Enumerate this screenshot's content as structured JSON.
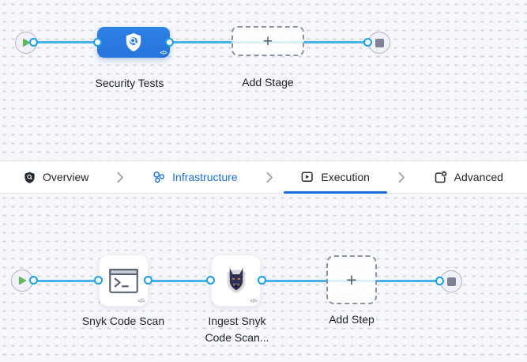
{
  "colors": {
    "canvas_bg": "#f5f7fb",
    "dot_grid": "#d3d7e1",
    "edge_blue": "#49b2ec",
    "port_blue": "#18a0e8",
    "stage_blue": "#2b7ce2",
    "tab_active_underline": "#1b6ce0",
    "infrastructure_blue": "#1a6fd8",
    "play_green": "#5eb75a",
    "end_square_gray": "#7d8298"
  },
  "top_pipeline": {
    "stage": {
      "label": "Security Tests",
      "icon": "security-shield-scan-icon",
      "code_badge": "</>"
    },
    "add_stage": {
      "label": "Add Stage",
      "plus": "+"
    }
  },
  "tabs": {
    "items": [
      {
        "label": "Overview",
        "icon": "shield-icon",
        "active": false
      },
      {
        "label": "Infrastructure",
        "icon": "infrastructure-icon",
        "active": false
      },
      {
        "label": "Execution",
        "icon": "execution-play-icon",
        "active": true
      },
      {
        "label": "Advanced",
        "icon": "advanced-gear-icon",
        "active": false
      }
    ]
  },
  "execution_pipeline": {
    "steps": [
      {
        "label": "Snyk Code Scan",
        "icon": "terminal-icon",
        "code_badge": "</>"
      },
      {
        "label_line1": "Ingest Snyk",
        "label_line2": "Code Scan...",
        "icon": "snyk-dog-icon",
        "code_badge": "</>"
      }
    ],
    "add_step": {
      "label": "Add Step",
      "plus": "+"
    }
  }
}
